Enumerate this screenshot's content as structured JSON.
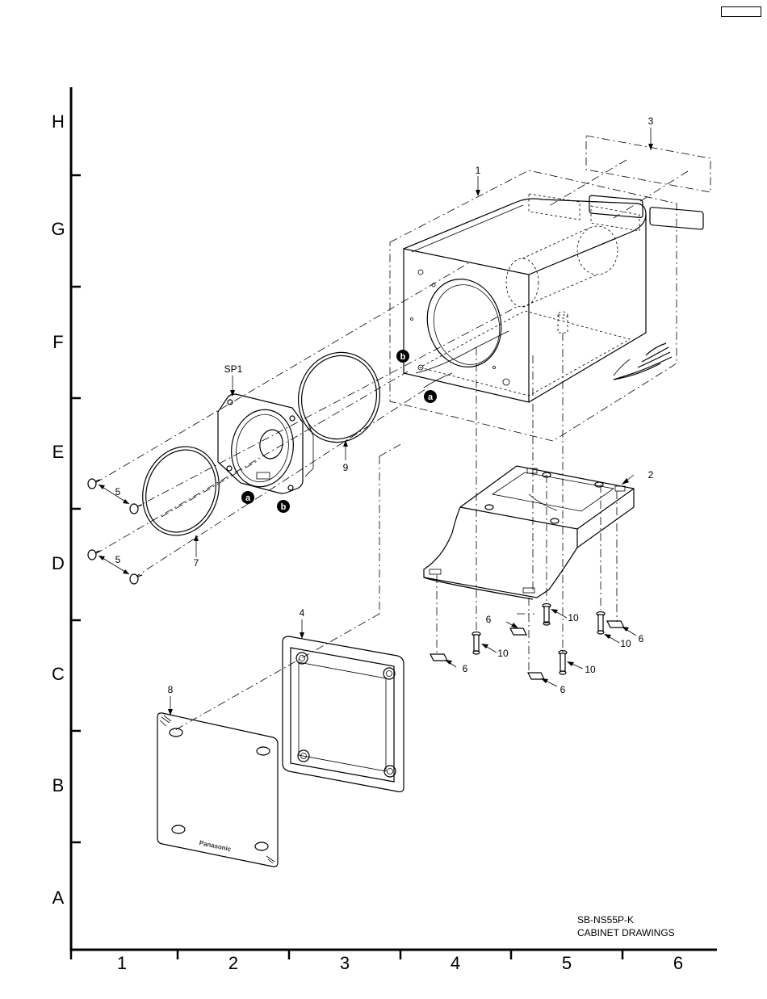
{
  "grid": {
    "rows": [
      "H",
      "G",
      "F",
      "E",
      "D",
      "C",
      "B",
      "A"
    ],
    "columns": [
      "1",
      "2",
      "3",
      "4",
      "5",
      "6"
    ]
  },
  "parts": {
    "p1": "1",
    "p2": "2",
    "p3": "3",
    "p4": "4",
    "p5a": "5",
    "p5b": "5",
    "p6a": "6",
    "p6b": "6",
    "p6c": "6",
    "p6d": "6",
    "p7": "7",
    "p8": "8",
    "p9": "9",
    "p10a": "10",
    "p10b": "10",
    "p10c": "10",
    "p10d": "10",
    "sp1": "SP1"
  },
  "markers": {
    "a1": "a",
    "b1": "b",
    "a2": "a",
    "b2": "b"
  },
  "brand_text": "Panasonic",
  "caption": {
    "model": "SB-NS55P-K",
    "title": "CABINET DRAWINGS"
  }
}
